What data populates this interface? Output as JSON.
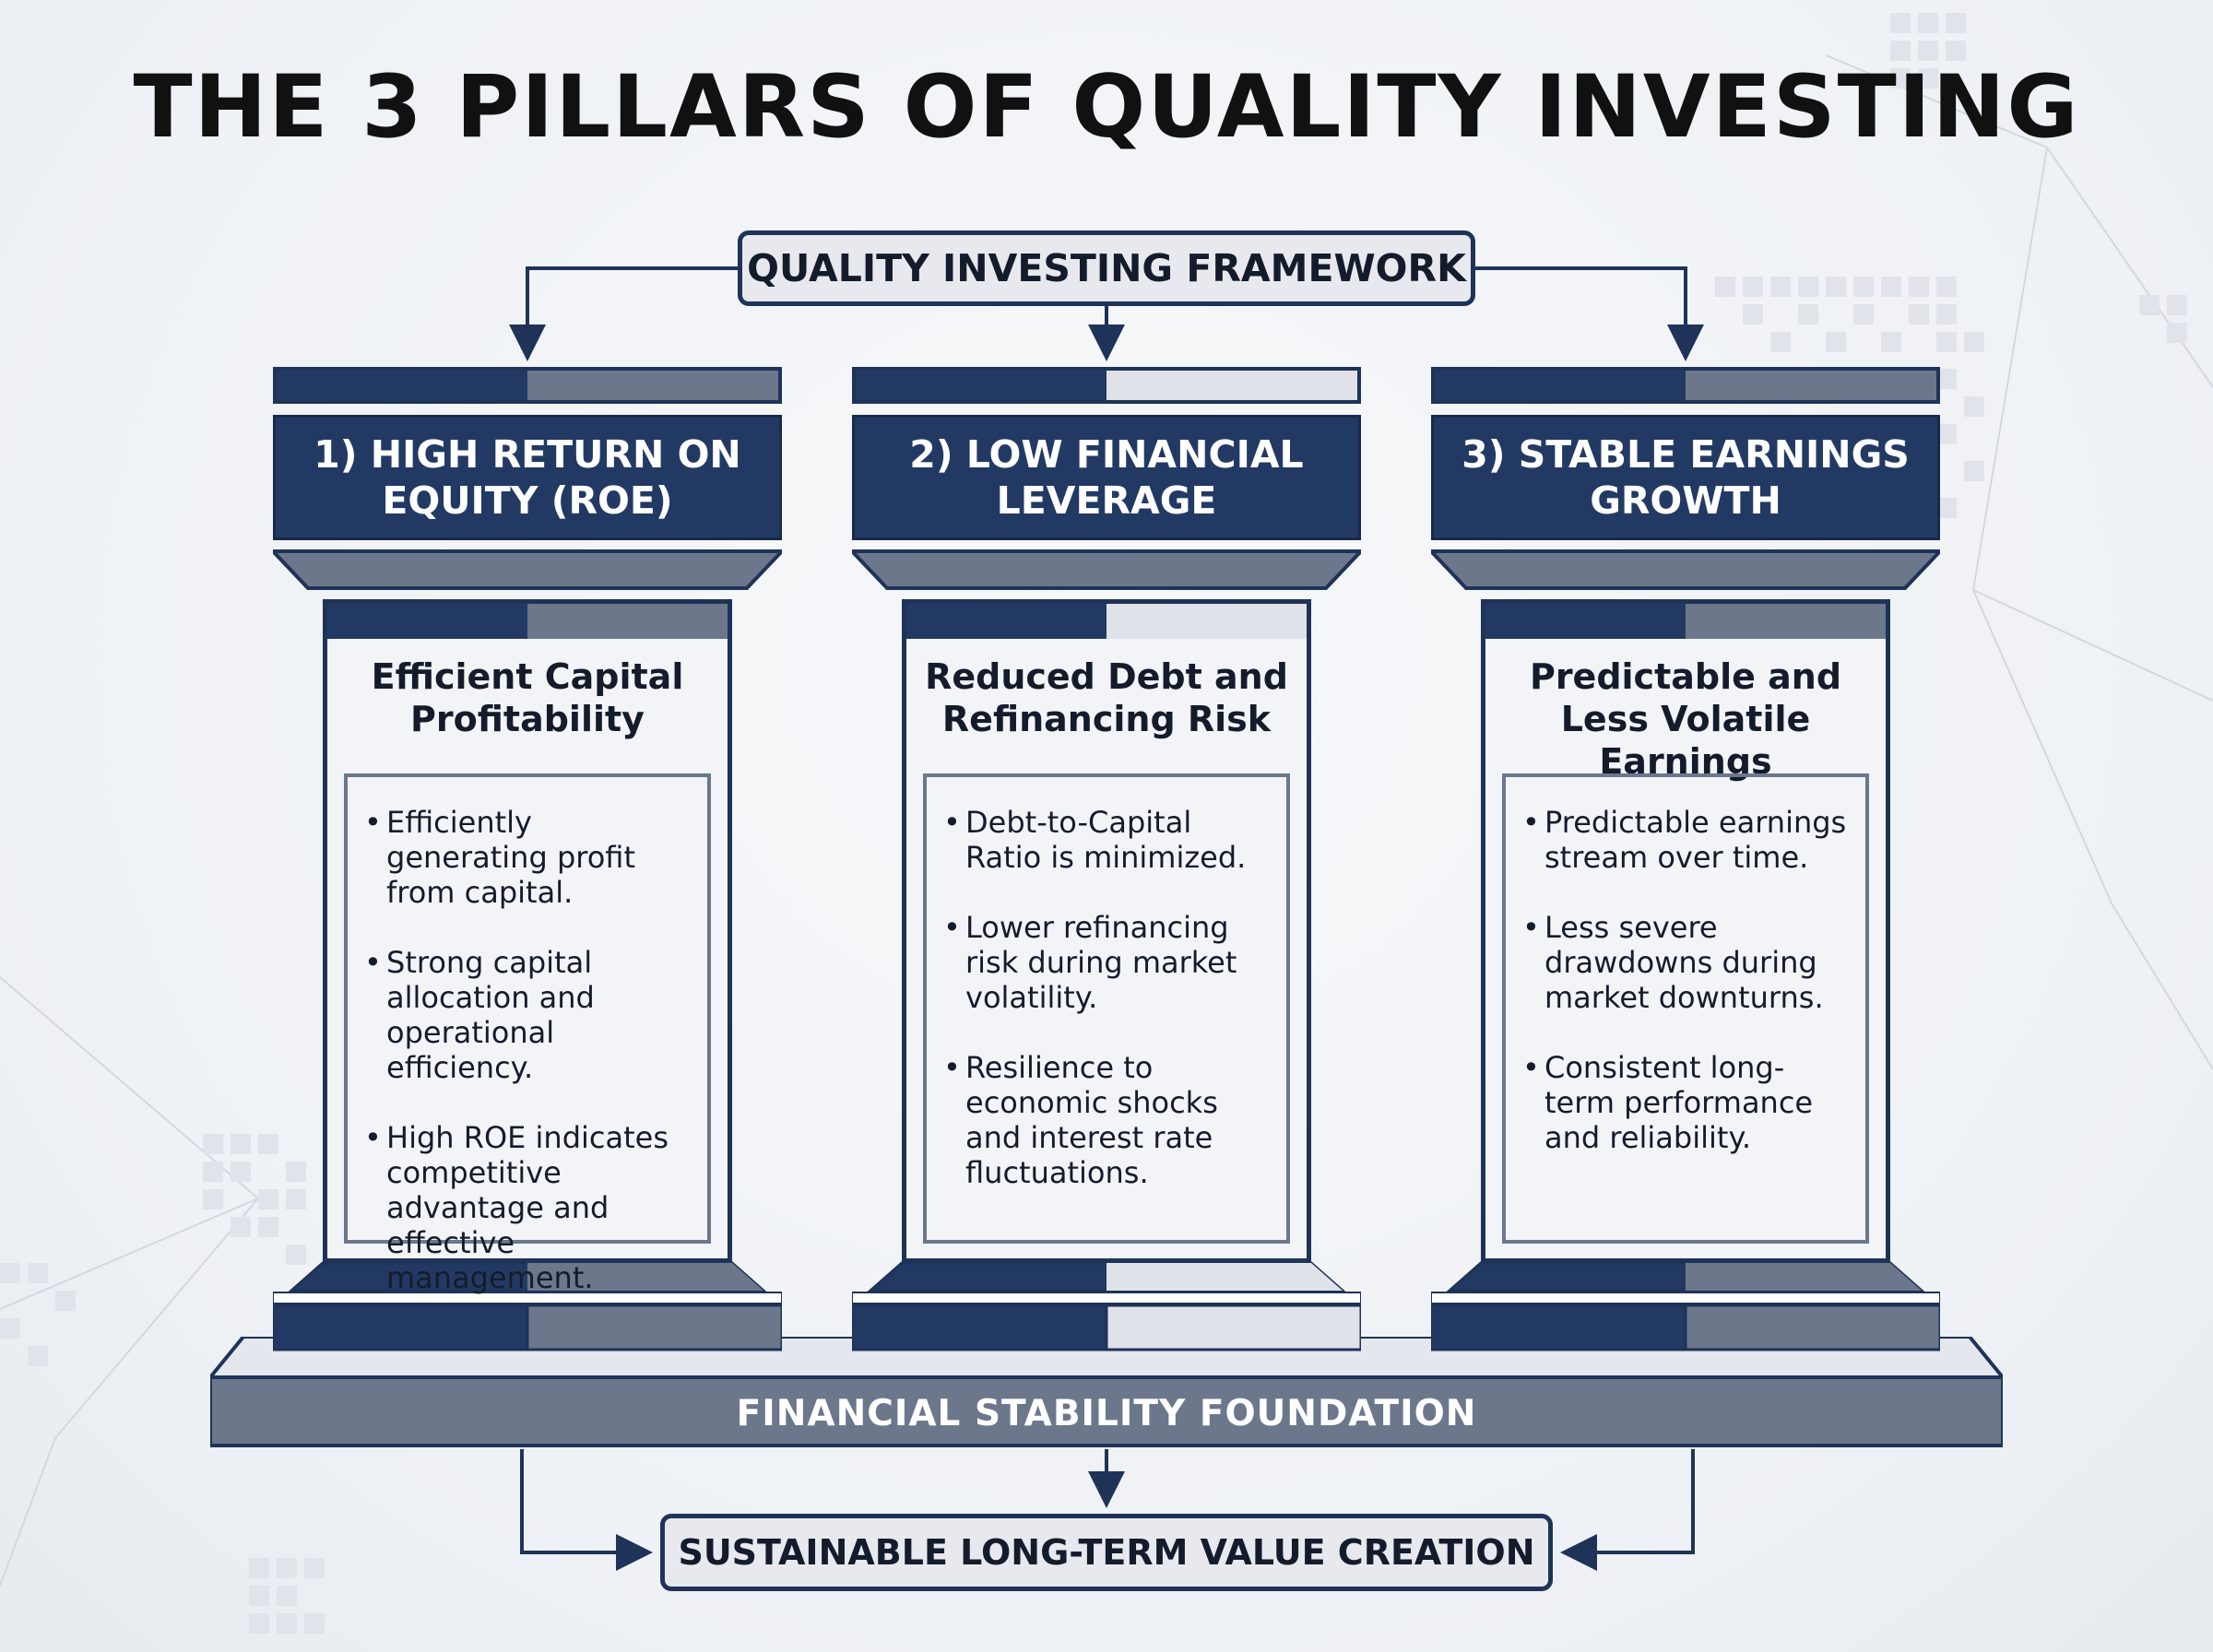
{
  "title": "THE 3 PILLARS OF QUALITY INVESTING",
  "framework_label": "QUALITY INVESTING FRAMEWORK",
  "pillars": [
    {
      "heading": "1) HIGH RETURN ON EQUITY (ROE)",
      "subtitle": "Efficient Capital Profitability",
      "bullets": [
        "Efficiently generating profit from capital.",
        "Strong capital allocation and operational efficiency.",
        "High ROE indicates competitive advantage and effective management."
      ]
    },
    {
      "heading": "2) LOW FINANCIAL LEVERAGE",
      "subtitle": "Reduced Debt and Refinancing Risk",
      "bullets": [
        "Debt-to-Capital Ratio is minimized.",
        "Lower refinancing risk during market volatility.",
        "Resilience to economic shocks and interest rate fluctuations."
      ]
    },
    {
      "heading": "3) STABLE EARNINGS GROWTH",
      "subtitle": "Predictable and Less Volatile Earnings",
      "bullets": [
        "Predictable earnings stream over time.",
        "Less severe drawdowns during market downturns.",
        "Consistent long-term performance and reliability."
      ]
    }
  ],
  "foundation_label": "FINANCIAL STABILITY FOUNDATION",
  "outcome_label": "SUSTAINABLE LONG-TERM VALUE CREATION",
  "colors": {
    "navy": "#223a63",
    "slate": "#6c778c",
    "light": "#dfe2e8",
    "border": "#1f3358"
  }
}
